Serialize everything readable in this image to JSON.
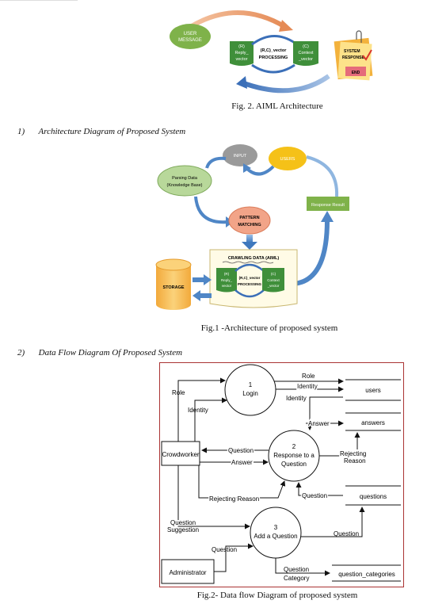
{
  "fig_aiml": {
    "user_message_line1": "USER",
    "user_message_line2": "MESSAGE",
    "reply_line1": "(R)",
    "reply_line2": "Reply_",
    "reply_line3": "vector",
    "processing_line1": "(R,C)_vector",
    "processing_line2": "PROCESSING",
    "context_line1": "(C)",
    "context_line2": "Context",
    "context_line3": "_vector",
    "system_response_line1": "SYSTEM",
    "system_response_line2": "RESPONSE",
    "end_label": "END",
    "caption": "Fig. 2.  AIML  Architecture"
  },
  "section1": {
    "number": "1)",
    "title": "Architecture Diagram of Proposed System"
  },
  "fig_arch": {
    "input": "INPUT",
    "users": "USERS",
    "parsing_line1": "Parsing Data",
    "parsing_line2": "(Knowledge Base)",
    "response_result": "Response Result",
    "pattern_line1": "PATTERN",
    "pattern_line2": "MATCHING",
    "crawling": "CRAWLING DATA (AIML)",
    "storage": "STORAGE",
    "reply_line1": "(R)",
    "reply_line2": "Reply_",
    "reply_line3": "vector",
    "processing_line1": "(R,C)_vector",
    "processing_line2": "PROCESSING",
    "context_line1": "(C)",
    "context_line2": "Context",
    "context_line3": "_vector",
    "caption": "Fig.1 -Architecture of proposed system"
  },
  "section2": {
    "number": "2)",
    "title": "Data Flow Diagram Of Proposed System"
  },
  "fig_dfd": {
    "process1_num": "1",
    "process1_name": "Login",
    "process2_num": "2",
    "process2_line1": "Response to a",
    "process2_line2": "Question",
    "process3_num": "3",
    "process3_name": "Add a Question",
    "crowdworker": "Crowdworker",
    "administrator": "Administrator",
    "store_users": "users",
    "store_answers": "answers",
    "store_questions": "questions",
    "store_categories": "question_categories",
    "lbl_role_left": "Role",
    "lbl_identity_left": "Identity",
    "lbl_role_right": "Role",
    "lbl_identity_right1": "Identity",
    "lbl_identity_right2": "Identity",
    "lbl_answer_top": "Answer",
    "lbl_rejecting_reason_line1": "Rejecting",
    "lbl_rejecting_reason_line2": "Reason",
    "lbl_question_out": "Question",
    "lbl_answer_in": "Answer",
    "lbl_rejecting_reason_bottom": "Rejecting Reason",
    "lbl_question_from_store": "Question",
    "lbl_question_suggestion_line1": "Question",
    "lbl_question_suggestion_line2": "Suggestion",
    "lbl_question_to_store": "Question",
    "lbl_question_admin": "Question",
    "lbl_question_category_line1": "Question",
    "lbl_question_category_line2": "Category",
    "caption": "Fig.2- Data flow Diagram of proposed system"
  }
}
